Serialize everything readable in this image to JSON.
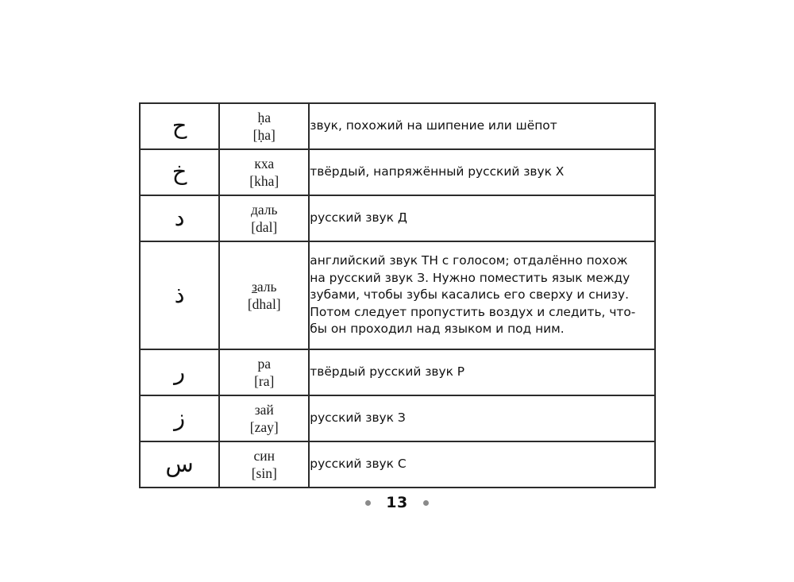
{
  "page": {
    "number": "13",
    "footer_dot_left": "decorative-dot",
    "footer_dot_right": "decorative-dot"
  },
  "table": {
    "rows": [
      {
        "letter": "ح",
        "letter_name": "ha-arabic-letter",
        "translit_ru": "ḥa",
        "translit_lat": "[ḥa]",
        "description_lines": [
          "звук, похожий на шипение или шёпот"
        ]
      },
      {
        "letter": "خ",
        "letter_name": "kha-arabic-letter",
        "translit_ru": "кха",
        "translit_lat": "[kha]",
        "description_lines": [
          "твёрдый, напряжённый русский звук Х"
        ]
      },
      {
        "letter": "د",
        "letter_name": "dal-arabic-letter",
        "translit_ru": "даль",
        "translit_lat": "[dal]",
        "description_lines": [
          "русский звук Д"
        ]
      },
      {
        "letter": "ذ",
        "letter_name": "dhal-arabic-letter",
        "translit_ru_underlined": "з",
        "translit_ru_rest": "аль",
        "translit_lat": "[dhal]",
        "description_lines": [
          "английский звук TH с голосом; отдалённо похож",
          "на русский звук З. Нужно поместить язык между",
          "зубами, чтобы зубы касались его сверху и снизу.",
          "Потом следует пропустить воздух и следить, что-",
          "бы он проходил над языком и под ним."
        ]
      },
      {
        "letter": "ر",
        "letter_name": "ra-arabic-letter",
        "translit_ru": "ра",
        "translit_lat": "[ra]",
        "description_lines": [
          "твёрдый русский звук Р"
        ]
      },
      {
        "letter": "ز",
        "letter_name": "zay-arabic-letter",
        "translit_ru": "зай",
        "translit_lat": "[zay]",
        "description_lines": [
          "русский звук З"
        ]
      },
      {
        "letter": "س",
        "letter_name": "sin-arabic-letter",
        "translit_ru": "син",
        "translit_lat": "[sin]",
        "description_lines": [
          "русский звук С"
        ]
      }
    ]
  },
  "colors": {
    "border": "#2b2b2b",
    "text": "#111111",
    "footer_dot": "#8a8a8a",
    "background": "#ffffff"
  }
}
